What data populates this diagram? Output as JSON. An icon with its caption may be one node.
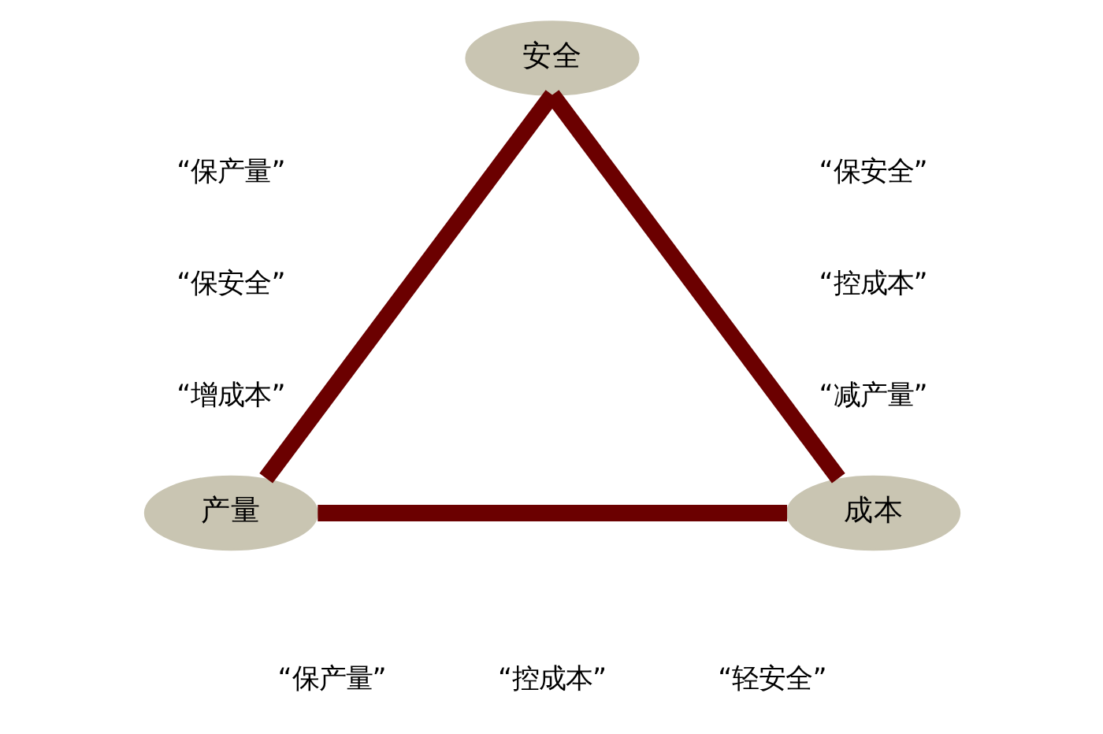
{
  "diagram": {
    "nodes": [
      {
        "text": [
          "安全"
        ]
      },
      {
        "text": [
          "产量"
        ]
      },
      {
        "text": [
          "成本"
        ]
      }
    ],
    "edges": [
      {
        "from": 0,
        "to": 1,
        "arrow": "none"
      },
      {
        "from": 0,
        "to": 2,
        "arrow": "none"
      },
      {
        "from": 1,
        "to": 2,
        "arrow": "none"
      }
    ],
    "labels": [
      "“保产量”",
      "“保安全”",
      "“保安全”",
      "“控成本”",
      "“增成本”",
      "“减产量”",
      "“保产量”",
      "“控成本”",
      "“轻安全”"
    ]
  }
}
